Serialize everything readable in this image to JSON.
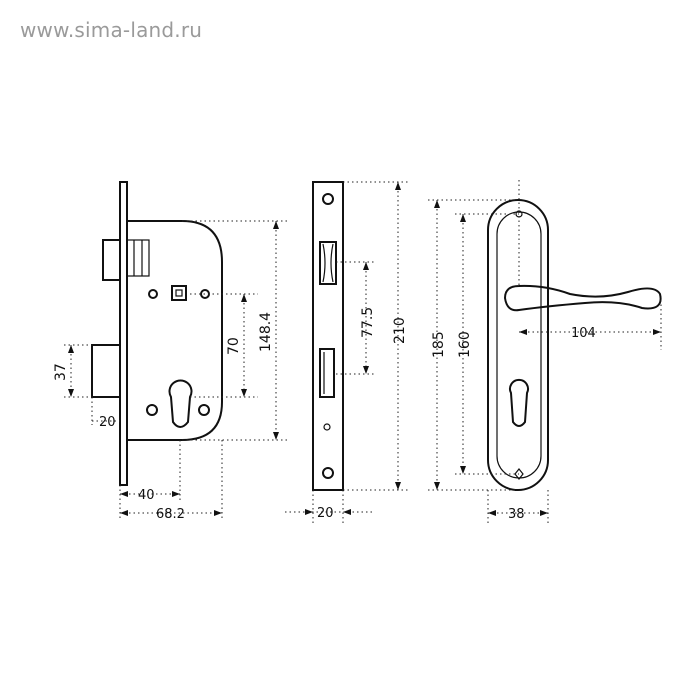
{
  "watermark": "www.sima-land.ru",
  "dims": {
    "lock_width": "40",
    "lock_total": "68.2",
    "latch_height": "37",
    "latch_depth": "20",
    "center_distance": "70",
    "body_height": "148.4",
    "plate_width": "20",
    "plate_center": "77.5",
    "plate_height": "210",
    "handle_total": "185",
    "handle_screw": "160",
    "lever_length": "104",
    "handle_width": "38"
  },
  "icons": {
    "lock": "mortise-lock-body",
    "strike": "strike-plate",
    "handle": "lever-handle-plate"
  }
}
